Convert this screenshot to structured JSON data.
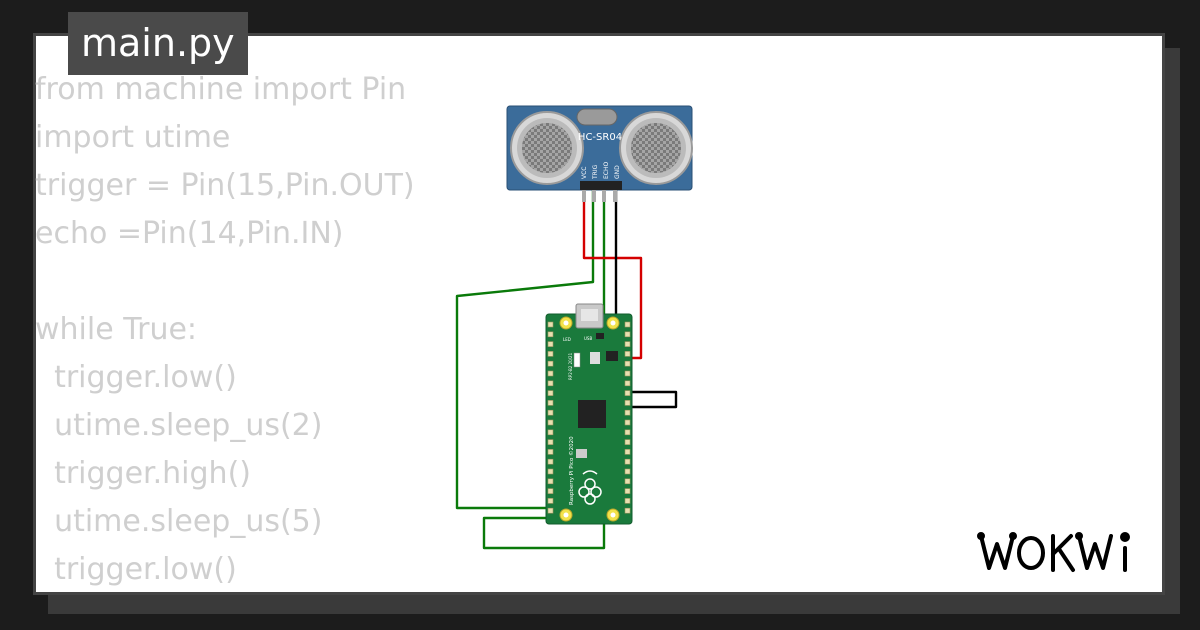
{
  "file_tab": {
    "name": "main.py"
  },
  "code_lines": [
    "from machine import Pin",
    "import utime",
    "trigger = Pin(15,Pin.OUT)",
    "echo =Pin(14,Pin.IN)",
    "",
    "while True:",
    "  trigger.low()",
    "  utime.sleep_us(2)",
    "  trigger.high()",
    "  utime.sleep_us(5)",
    "  trigger.low()"
  ],
  "sensor": {
    "model": "HC-SR04",
    "pins": [
      "VCC",
      "TRIG",
      "ECHO",
      "GND"
    ]
  },
  "board": {
    "name": "Raspberry Pi Pico ©2020",
    "led_label": "LED",
    "usb_label": "USB",
    "chip_label": "RP2-B2 20/21"
  },
  "logo": {
    "text": "WOKWi"
  },
  "colors": {
    "wire_red": "#d40000",
    "wire_green": "#0a7a0a",
    "wire_black": "#000000",
    "board_green": "#1a7a3c",
    "sensor_blue": "#3b6c9a"
  }
}
